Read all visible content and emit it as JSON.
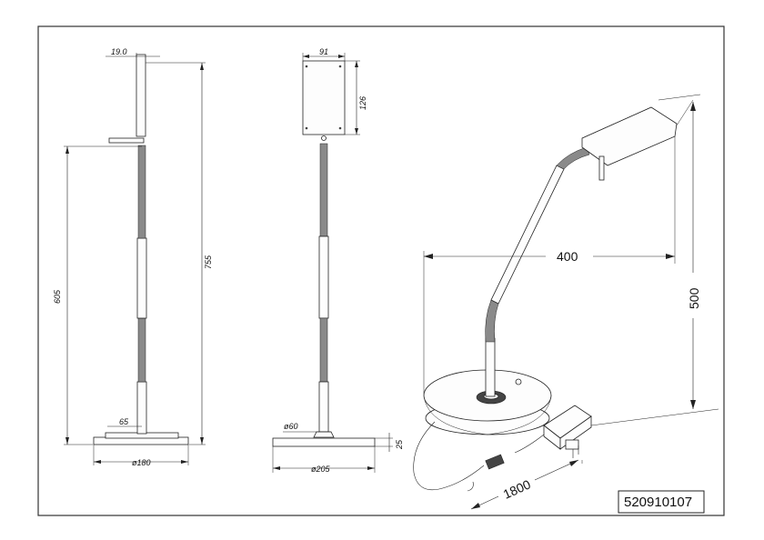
{
  "sheet": {
    "product_code": "520910107"
  },
  "side_view": {
    "head_thickness": "19.0",
    "total_height": "755",
    "arm_height": "605",
    "base_inner": "65",
    "base_diameter": "ø180"
  },
  "front_view": {
    "head_width": "91",
    "head_height": "126",
    "stem_diameter": "ø60",
    "base_diameter": "ø205",
    "base_height": "25"
  },
  "perspective_view": {
    "reach": "400",
    "height": "500",
    "cable_length": "1800"
  }
}
